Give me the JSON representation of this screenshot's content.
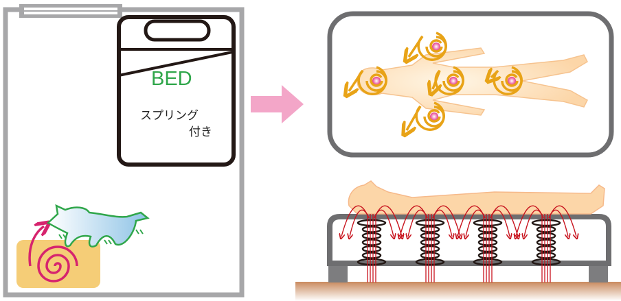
{
  "left_panel": {
    "bed_label": "BED",
    "bed_note_line1": "スプリング",
    "bed_note_line2": "付き"
  },
  "colors": {
    "wall": "#a7a7a9",
    "bed_outline": "#231815",
    "bed_label": "#2fa64a",
    "arrow": "#f3a6c8",
    "spiral_orange": "#e8a317",
    "spiral_pink": "#d6246e",
    "field_line": "#c8141e",
    "floor": "#c98a5e"
  }
}
